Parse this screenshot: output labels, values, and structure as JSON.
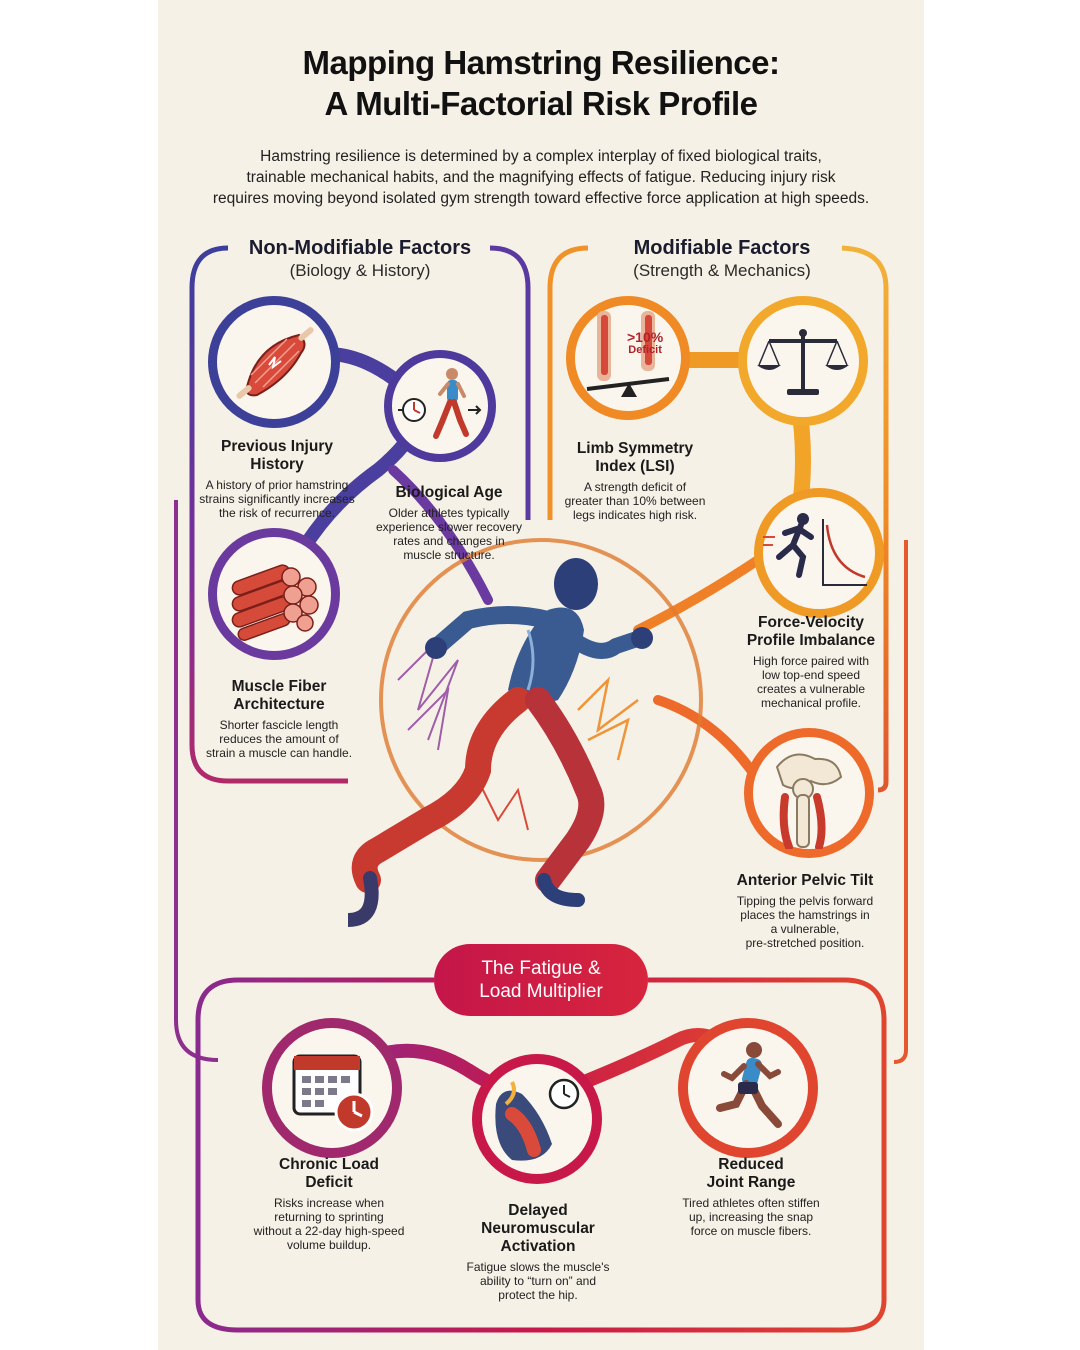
{
  "title": {
    "line1": "Mapping Hamstring Resilience:",
    "line2": "A Multi-Factorial Risk Profile"
  },
  "intro": {
    "line1": "Hamstring resilience is determined by a complex interplay of fixed biological traits,",
    "line2": "trainable mechanical habits, and the magnifying effects of fatigue. Reducing injury risk",
    "line3": "requires moving beyond isolated gym strength toward effective force application at high speeds."
  },
  "non_modifiable": {
    "heading": "Non-Modifiable Factors",
    "subheading": "(Biology & History)",
    "color": "#3b3f9a",
    "items": [
      {
        "title1": "Previous Injury",
        "title2": "History",
        "desc1": "A history of prior hamstring",
        "desc2": "strains significantly increases",
        "desc3": "the risk of recurrence.",
        "icon": "muscle-strain-icon"
      },
      {
        "title1": "Biological Age",
        "desc1": "Older athletes typically",
        "desc2": "experience slower recovery",
        "desc3": "rates and changes in",
        "desc4": "muscle structure.",
        "icon": "aging-runner-icon"
      },
      {
        "title1": "Muscle Fiber",
        "title2": "Architecture",
        "desc1": "Shorter fascicle length",
        "desc2": "reduces the amount of",
        "desc3": "strain a muscle can handle.",
        "icon": "muscle-fiber-bundle-icon"
      }
    ]
  },
  "modifiable": {
    "heading": "Modifiable Factors",
    "subheading": "(Strength & Mechanics)",
    "color": "#f0a020",
    "items": [
      {
        "title1": "Limb Symmetry",
        "title2": "Index (LSI)",
        "desc1": "A strength deficit of",
        "desc2": "greater than 10% between",
        "desc3": "legs indicates high risk.",
        "badge1": ">10%",
        "badge2": "Deficit",
        "icon": "leg-seesaw-icon"
      },
      {
        "icon": "balance-scale-icon"
      },
      {
        "title1": "Force-Velocity",
        "title2": "Profile Imbalance",
        "desc1": "High force paired with",
        "desc2": "low top-end speed",
        "desc3": "creates a vulnerable",
        "desc4": "mechanical profile.",
        "icon": "sprinter-curve-icon"
      },
      {
        "title1": "Anterior Pelvic Tilt",
        "desc1": "Tipping the pelvis forward",
        "desc2": "places the hamstrings in",
        "desc3": "a vulnerable,",
        "desc4": "pre-stretched position.",
        "icon": "pelvis-icon"
      }
    ]
  },
  "fatigue": {
    "heading1": "The Fatigue &",
    "heading2": "Load Multiplier",
    "color": "#c8184a",
    "items": [
      {
        "title1": "Chronic Load",
        "title2": "Deficit",
        "desc1": "Risks increase when",
        "desc2": "returning to sprinting",
        "desc3": "without a 22-day high-speed",
        "desc4": "volume buildup.",
        "icon": "calendar-clock-icon"
      },
      {
        "title1": "Delayed",
        "title2": "Neuromuscular",
        "title3": "Activation",
        "desc1": "Fatigue slows the muscle's",
        "desc2": "ability to “turn on” and",
        "desc3": "protect the hip.",
        "icon": "hip-clock-icon"
      },
      {
        "title1": "Reduced",
        "title2": "Joint Range",
        "desc1": "Tired athletes often stiffen",
        "desc2": "up, increasing the snap",
        "desc3": "force on muscle fibers.",
        "icon": "runner-icon"
      }
    ]
  },
  "center_figure": {
    "icon": "sprinting-anatomy-figure"
  }
}
